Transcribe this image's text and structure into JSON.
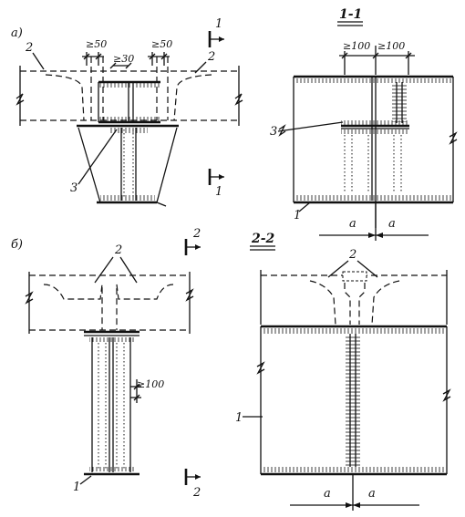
{
  "views": {
    "a": {
      "label": "а)",
      "dim_left": "≥50",
      "dim_mid": "≥30",
      "dim_right": "≥50",
      "callout_2_left": "2",
      "callout_2_right": "2",
      "callout_3": "3",
      "section_mark_top": "1",
      "section_mark_bottom": "1"
    },
    "section_1_1": {
      "title": "1-1",
      "dim_left": "≥100",
      "dim_right": "≥100",
      "callout_3": "3",
      "callout_1": "1",
      "spacing_left": "a",
      "spacing_right": "a"
    },
    "b": {
      "label": "б)",
      "callout_2": "2",
      "dim_side": "≥100",
      "callout_1": "1",
      "section_mark_top": "2",
      "section_mark_bottom": "2"
    },
    "section_2_2": {
      "title": "2-2",
      "callout_2": "2",
      "callout_1": "1",
      "spacing_left": "a",
      "spacing_right": "a"
    }
  }
}
